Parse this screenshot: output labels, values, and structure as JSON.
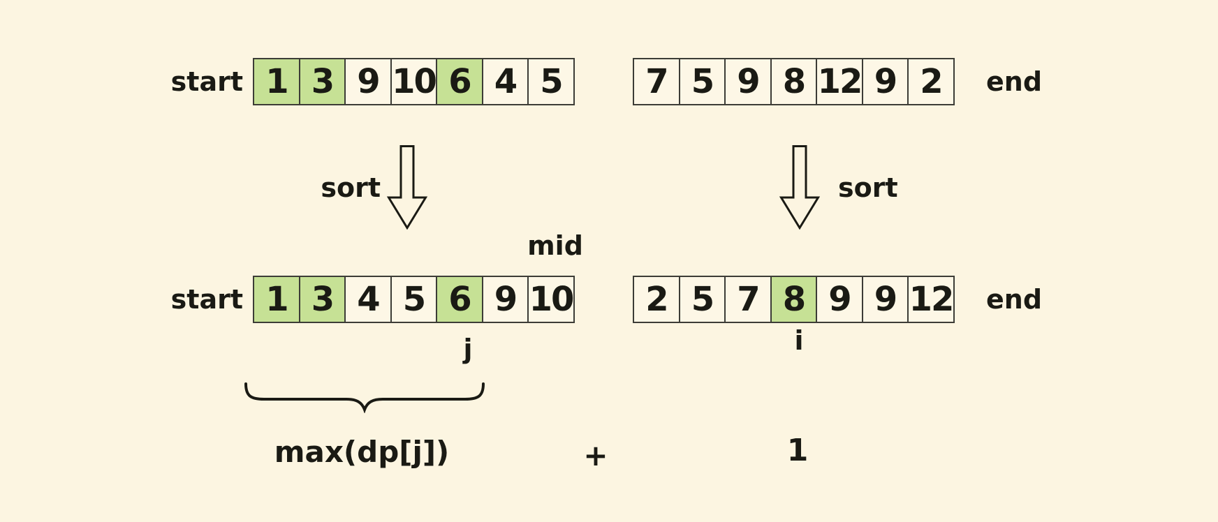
{
  "colors": {
    "background": "#FCF5E1",
    "cell_background": "#FDF7E6",
    "highlight_green": "#C6E195",
    "line": "#3C3C36",
    "ink": "#1A1A14"
  },
  "arrays": {
    "top_left": {
      "label": "start",
      "cells": [
        {
          "value": "1",
          "highlight": true
        },
        {
          "value": "3",
          "highlight": true
        },
        {
          "value": "9",
          "highlight": false
        },
        {
          "value": "10",
          "highlight": false
        },
        {
          "value": "6",
          "highlight": true
        },
        {
          "value": "4",
          "highlight": false
        },
        {
          "value": "5",
          "highlight": false
        }
      ]
    },
    "top_right": {
      "label": "end",
      "cells": [
        {
          "value": "7",
          "highlight": false
        },
        {
          "value": "5",
          "highlight": false
        },
        {
          "value": "9",
          "highlight": false
        },
        {
          "value": "8",
          "highlight": false
        },
        {
          "value": "12",
          "highlight": false
        },
        {
          "value": "9",
          "highlight": false
        },
        {
          "value": "2",
          "highlight": false
        }
      ]
    },
    "bottom_left": {
      "label": "start",
      "cells": [
        {
          "value": "1",
          "highlight": true
        },
        {
          "value": "3",
          "highlight": true
        },
        {
          "value": "4",
          "highlight": false
        },
        {
          "value": "5",
          "highlight": false
        },
        {
          "value": "6",
          "highlight": true
        },
        {
          "value": "9",
          "highlight": false
        },
        {
          "value": "10",
          "highlight": false
        }
      ]
    },
    "bottom_right": {
      "label": "end",
      "cells": [
        {
          "value": "2",
          "highlight": false
        },
        {
          "value": "5",
          "highlight": false
        },
        {
          "value": "7",
          "highlight": false
        },
        {
          "value": "8",
          "highlight": true
        },
        {
          "value": "9",
          "highlight": false
        },
        {
          "value": "9",
          "highlight": false
        },
        {
          "value": "12",
          "highlight": false
        }
      ]
    }
  },
  "sort_labels": {
    "left": "sort",
    "right": "sort"
  },
  "annotations": {
    "mid": "mid",
    "j": "j",
    "i": "i"
  },
  "formula": {
    "expression": "max(dp[j])",
    "operator": "+",
    "operand": "1"
  }
}
